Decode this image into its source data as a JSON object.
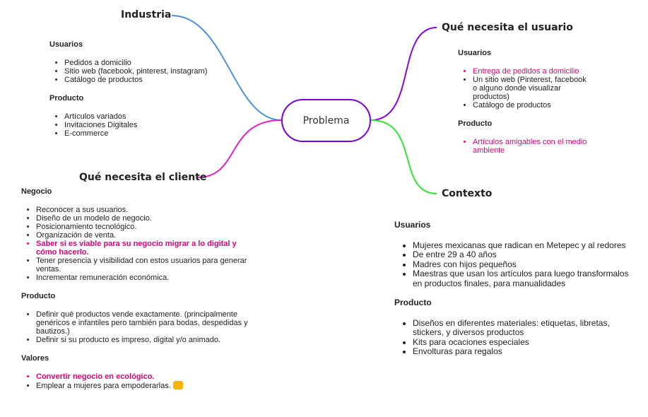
{
  "center": {
    "label": "Problema"
  },
  "colors": {
    "industria": "#4a90e2",
    "usuario": "#8a00e0",
    "cliente": "#e61ec8",
    "contexto": "#2ee62e",
    "highlight": "#e0007a"
  },
  "industria": {
    "title": "Industria",
    "sections": [
      {
        "heading": "Usuarios",
        "items": [
          "Pedidos a domicilio",
          "Sitio web (facebook, pinterest, instagram)",
          "Catálogo de productos"
        ]
      },
      {
        "heading": "Producto",
        "items": [
          "Artículos variados",
          "Invitaciones Digitales",
          "E-commerce"
        ]
      }
    ]
  },
  "usuario": {
    "title": "Qué necesita el usuario",
    "sections": [
      {
        "heading": "Usuarios",
        "items": [
          "Entrega de pedidos a domicilio",
          "Un sitio web (Pinterest, facebook o alguno donde visualizar productos)",
          "Catálogo de productos"
        ]
      },
      {
        "heading": "Producto",
        "items": [
          "Artículos amigables con el medio ambiente"
        ]
      }
    ]
  },
  "cliente": {
    "title": "Qué necesita el cliente",
    "sections": [
      {
        "heading": "Negocio",
        "items": [
          "Reconocer a sus usuarios.",
          "Diseño de un modelo de negocio.",
          "Posicionamiento tecnológico.",
          "Organización de venta.",
          "Saber si es viable para su negocio migrar a lo digital y cómo hacerlo.",
          "Tener presencia y visibilidad con estos usuarios para generar ventas.",
          "Incrementar remuneración económica."
        ]
      },
      {
        "heading": "Producto",
        "items": [
          "Definir qué productos vende exactamente. (principalmente genéricos e infantiles pero también para bodas, despedidas y bautizos.)",
          "Definir si su producto es impreso, digital y/o animado."
        ]
      },
      {
        "heading": "Valores",
        "items": [
          "Convertir negocio en ecológico.",
          "Emplear a mujeres para empoderarlas."
        ]
      }
    ],
    "emoji_icon": "flexed-biceps-icon"
  },
  "contexto": {
    "title": "Contexto",
    "sections": [
      {
        "heading": "Usuarios",
        "items": [
          "Mujeres mexicanas que radican en Metepec y al redores",
          "De entre 29 a 40 años",
          "Madres con hijos pequeños",
          "Maestras que usan los artículos para luego transformalos en productos finales, para manualidades"
        ]
      },
      {
        "heading": "Producto",
        "items": [
          "Diseños en diferentes materiales: etiquetas, libretas, stickers, y diversos productos",
          "Kits para ocaciones especiales",
          "Envolturas para regalos"
        ]
      }
    ]
  }
}
